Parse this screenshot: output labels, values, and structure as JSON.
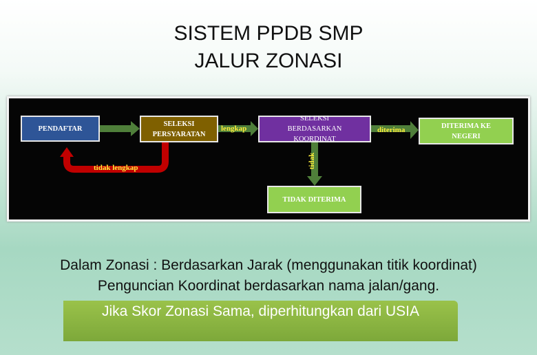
{
  "title": {
    "line1": "SISTEM PPDB SMP",
    "line2": "JALUR ZONASI"
  },
  "diagram": {
    "nodes": {
      "pendaftar": "PENDAFTAR",
      "seleksi_persyaratan": "SELEKSI PERSYARATAN",
      "seleksi_koordinat": "SELEKSI BERDASARKAN KOORDINAT",
      "diterima": "DITERIMA KE NEGERI",
      "tidak_diterima": "TIDAK DITERIMA"
    },
    "edges": {
      "lengkap": "lengkap",
      "tidak_lengkap": "tidak lengkap",
      "diterima": "diterima",
      "tidak": "tidak"
    },
    "colors": {
      "pendaftar": "#2e5597",
      "persyaratan": "#7f6000",
      "koordinat": "#7030a0",
      "green": "#92d050",
      "arrow": "#4f7f3a",
      "back_arrow": "#c00000",
      "label": "#ffef3a"
    }
  },
  "body": {
    "line1": "Dalam Zonasi : Berdasarkan Jarak (menggunakan titik koordinat)",
    "line2": "Penguncian Koordinat berdasarkan nama jalan/gang.",
    "note": "Jika Skor Zonasi Sama, diperhitungkan dari USIA"
  }
}
